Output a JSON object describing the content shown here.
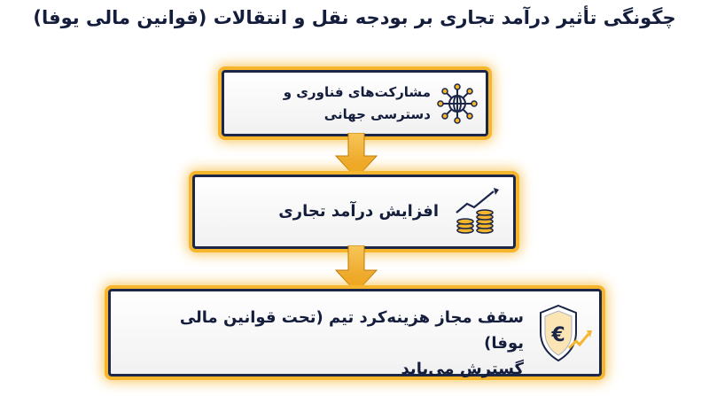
{
  "title": "چگونگی تأثیر درآمد تجاری بر بودجه نقل و انتقالات (قوانین مالی یوفا)",
  "steps": [
    {
      "line1": "مشارکت‌های فناوری و",
      "line2": "دسترسی جهانی",
      "icon": "globe-network-icon"
    },
    {
      "line1": "افزایش درآمد تجاری",
      "icon": "rising-coins-icon"
    },
    {
      "line1": "سقف مجاز هزینه‌کرد تیم (تحت قوانین مالی یوفا)",
      "line2": "گسترش می‌یابد",
      "icon": "euro-shield-growth-icon"
    }
  ],
  "colors": {
    "navy": "#1b2648",
    "gold": "#f5b62e",
    "arrow": "#f0a51e",
    "text": "#141e3c"
  }
}
